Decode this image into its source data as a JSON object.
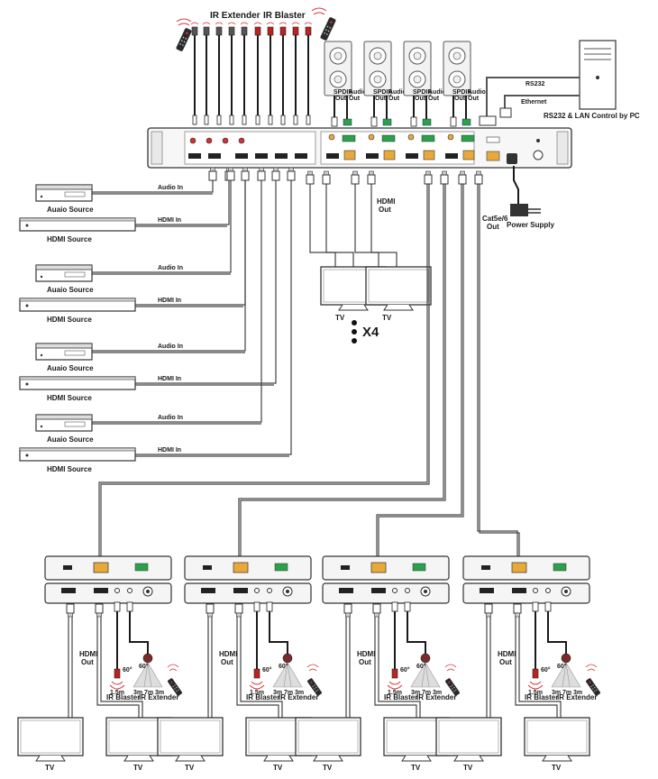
{
  "top": {
    "ir_extender": "IR Extender",
    "ir_blaster": "IR Blaster",
    "rs232_lan": "RS232 & LAN Control by PC",
    "rs232": "RS232",
    "ethernet": "Ethernet",
    "spdif_out": [
      "SPDIF",
      "Out"
    ],
    "audio_out": [
      "Audio",
      "Out"
    ]
  },
  "sources": [
    {
      "audio_label": "Auaio Source",
      "hdmi_label": "HDMI Source",
      "audio_in": "Audio In",
      "hdmi_in": "HDMI In"
    },
    {
      "audio_label": "Auaio Source",
      "hdmi_label": "HDMI Source",
      "audio_in": "Audio In",
      "hdmi_in": "HDMI In"
    },
    {
      "audio_label": "Auaio Source",
      "hdmi_label": "HDMI Source",
      "audio_in": "Audio In",
      "hdmi_in": "HDMI In"
    },
    {
      "audio_label": "Auaio Source",
      "hdmi_label": "HDMI Source",
      "audio_in": "Audio In",
      "hdmi_in": "HDMI In"
    }
  ],
  "matrix": {
    "hdmi_out": [
      "HDMI",
      "Out"
    ],
    "cat_out": [
      "Cat5e/6",
      "Out"
    ],
    "power_supply": "Power Supply",
    "tv": "TV",
    "multiplier": "X4"
  },
  "receivers": [
    {
      "hdmi_out": [
        "HDMI",
        "Out"
      ],
      "ir_blaster": "IR Blaster",
      "ir_extender": "IR Extender",
      "tv": "TV",
      "angle1": "60°",
      "angle2": "60°",
      "dist": [
        "1.5m",
        "3m",
        "7m",
        "3m"
      ]
    },
    {
      "hdmi_out": [
        "HDMI",
        "Out"
      ],
      "ir_blaster": "IR Blaster",
      "ir_extender": "IR Extender",
      "tv": "TV",
      "angle1": "60°",
      "angle2": "60°",
      "dist": [
        "1.5m",
        "3m",
        "7m",
        "3m"
      ]
    },
    {
      "hdmi_out": [
        "HDMI",
        "Out"
      ],
      "ir_blaster": "IR Blaster",
      "ir_extender": "IR Extender",
      "tv": "TV",
      "angle1": "60°",
      "angle2": "60°",
      "dist": [
        "1.5m",
        "3m",
        "7m",
        "3m"
      ]
    },
    {
      "hdmi_out": [
        "HDMI",
        "Out"
      ],
      "ir_blaster": "IR Blaster",
      "ir_extender": "IR Extender",
      "tv": "TV",
      "angle1": "60°",
      "angle2": "60°",
      "dist": [
        "1.5m",
        "3m",
        "7m",
        "3m"
      ]
    }
  ]
}
